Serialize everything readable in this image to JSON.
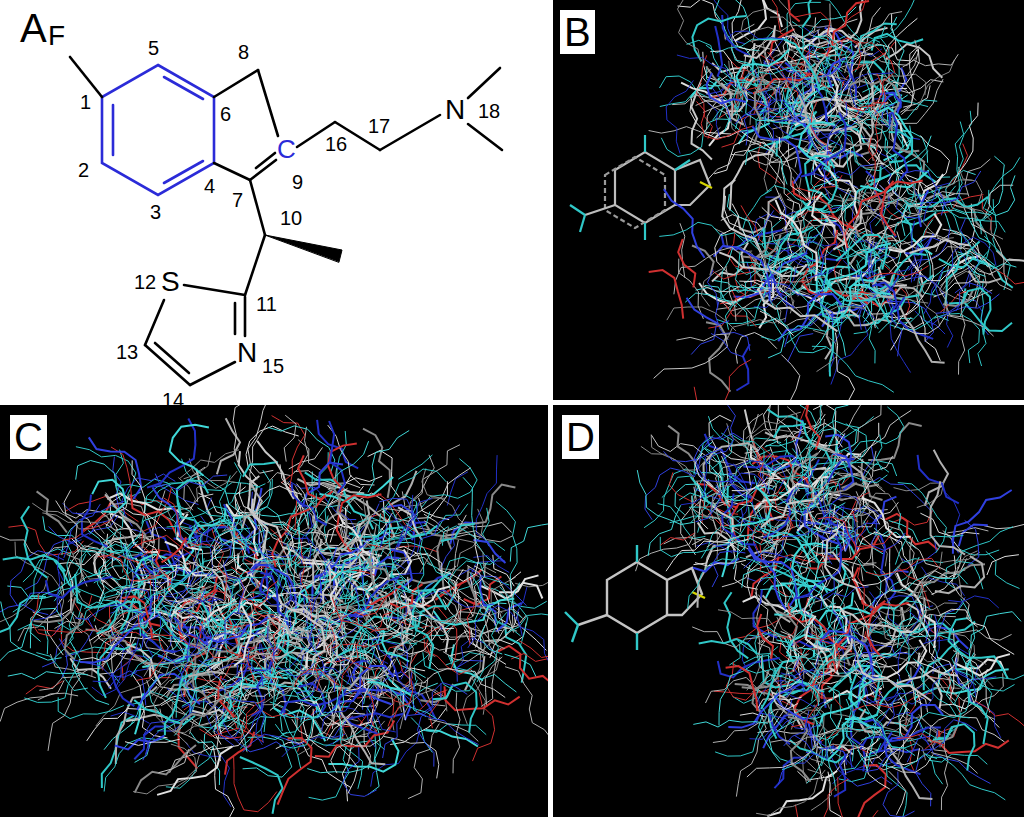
{
  "diagram": {
    "labels": [
      "A",
      "F",
      "5",
      "1",
      "6",
      "8",
      "2",
      "3",
      "4",
      "C",
      "7",
      "9",
      "16",
      "17",
      "N",
      "18",
      "10",
      "11",
      "12",
      "S",
      "13",
      "14",
      "N",
      "15",
      "B",
      "C",
      "D"
    ]
  }
}
